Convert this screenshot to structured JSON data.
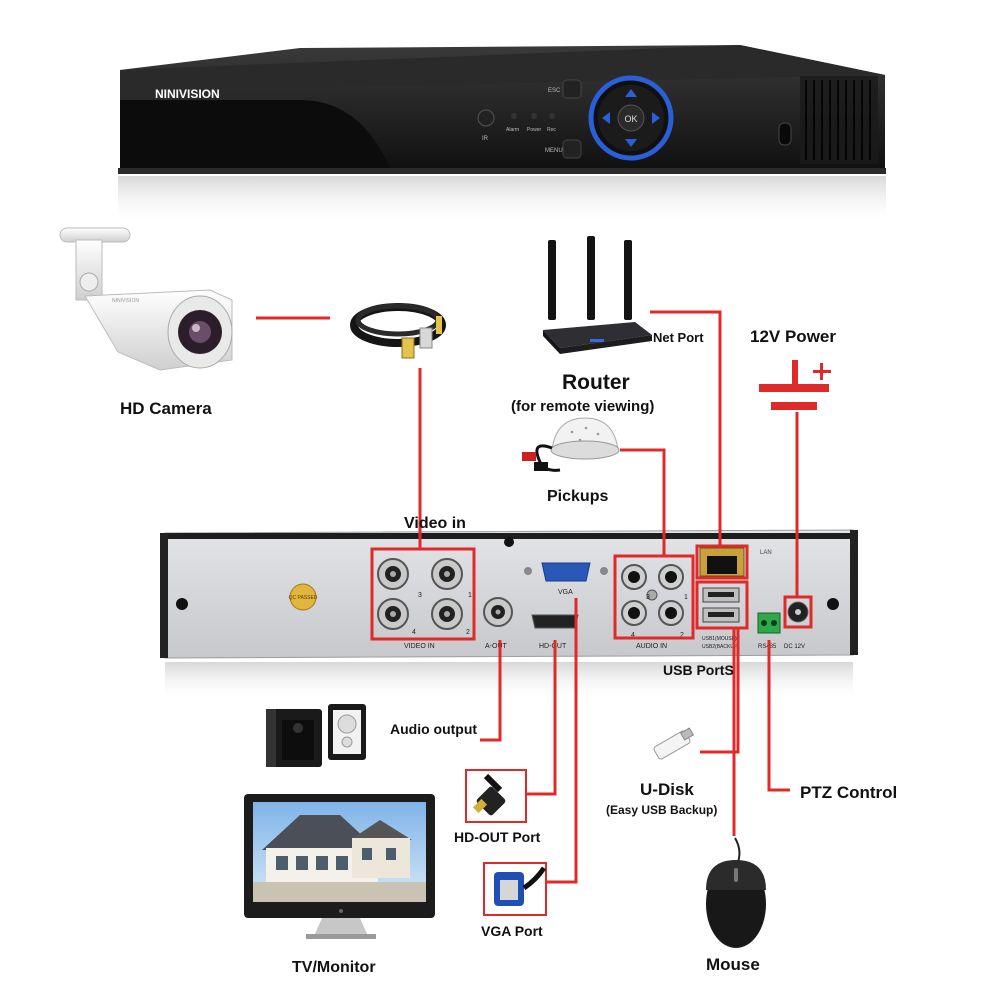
{
  "brand": "NINIVISION",
  "front_panel": {
    "esc": "ESC",
    "ok": "OK",
    "menu": "MENU",
    "ir": "IR",
    "alarm": "Alarm",
    "power": "Power",
    "rec": "Rec"
  },
  "rear_panel": {
    "video_in_silk": "VIDEO IN",
    "aout_silk": "A-OUT",
    "hdout_silk": "HD-OUT",
    "vga_silk": "VGA",
    "audio_in_silk": "AUDIO IN",
    "lan_silk": "LAN",
    "usb1_silk": "USB1(MOUSE)",
    "usb2_silk": "USB2(BACKUP)",
    "rs485_silk": "RS485",
    "dc12v_silk": "DC 12V",
    "qc_sticker": "QC PASSED",
    "ch1": "1",
    "ch2": "2",
    "ch3": "3",
    "ch4": "4"
  },
  "labels": {
    "hd_camera": "HD Camera",
    "router": "Router",
    "router_sub": "(for remote viewing)",
    "net_port": "Net Port",
    "power_12v": "12V Power",
    "pickups": "Pickups",
    "video_in": "Video in",
    "usb_ports": "USB PortS",
    "audio_output": "Audio output",
    "u_disk": "U-Disk",
    "u_disk_sub": "(Easy USB Backup)",
    "ptz_control": "PTZ Control",
    "hdout_port": "HD-OUT Port",
    "vga_port": "VGA Port",
    "tv_monitor": "TV/Monitor",
    "mouse": "Mouse"
  },
  "colors": {
    "connector_line": "#e02a2a",
    "dvr_body": "#1c1c1c",
    "rear_plate": "#d4d6d9",
    "front_ring": "#2a5fd8"
  }
}
